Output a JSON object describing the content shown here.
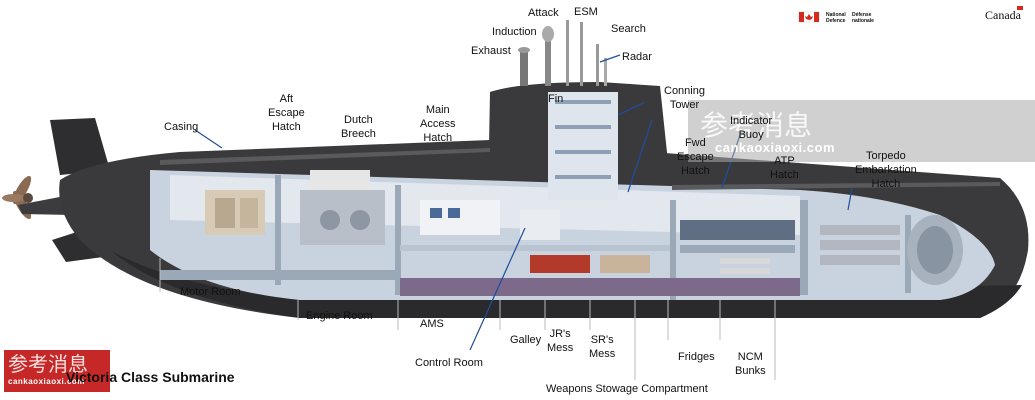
{
  "title": "Victoria Class Submarine",
  "logos": {
    "dnd_en": "National\nDefence",
    "dnd_fr": "Défense\nnationale",
    "canada": "Canada",
    "flag_icon": "canada-flag-icon"
  },
  "watermark": {
    "site_top": "cankaoxiaoxi.com",
    "site_bottom": "cankaoxiaoxi.com",
    "glyphs": "参考消息"
  },
  "labels": {
    "attack": "Attack",
    "esm": "ESM",
    "induction": "Induction",
    "search": "Search",
    "exhaust": "Exhaust",
    "radar": "Radar",
    "fin": "Fin",
    "conning_tower": "Conning\nTower",
    "aft_escape_hatch": "Aft\nEscape\nHatch",
    "casing": "Casing",
    "dutch_breech": "Dutch\nBreech",
    "main_access_hatch": "Main\nAccess\nHatch",
    "indicator_buoy": "Indicator\nBuoy",
    "fwd_escape_hatch": "Fwd\nEscape\nHatch",
    "atp_hatch": "ATP\nHatch",
    "torpedo_embarkation_hatch": "Torpedo\nEmbarkation\nHatch",
    "motor_room": "Motor Room",
    "engine_room": "Engine Room",
    "ams": "AMS",
    "control_room": "Control Room",
    "galley": "Galley",
    "jrs_mess": "JR's\nMess",
    "srs_mess": "SR's\nMess",
    "fridges": "Fridges",
    "ncm_bunks": "NCM\nBunks",
    "weapons_stowage": "Weapons Stowage Compartment"
  },
  "colors": {
    "hull": "#3a3a3c",
    "hull_dark": "#2a2a2c",
    "interior": "#c9d3df",
    "interior_light": "#e3e8ee",
    "deck": "#7d6a8a",
    "machinery": "#d8cbb5",
    "leader": "#1f4e9c"
  }
}
